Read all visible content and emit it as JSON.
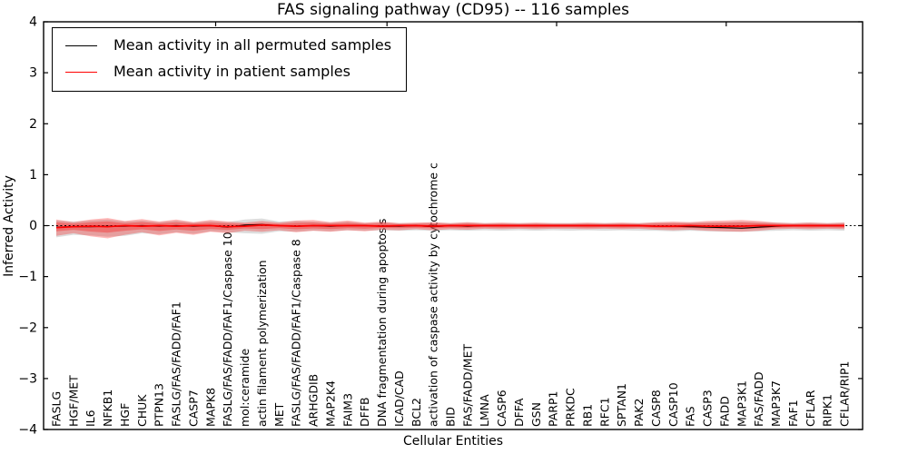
{
  "figure": {
    "title": "FAS signaling pathway (CD95) -- 116 samples",
    "xlabel": "Cellular Entities",
    "ylabel": "Inferred Activity"
  },
  "chart_data": {
    "type": "line",
    "title": "FAS signaling pathway (CD95) -- 116 samples",
    "xlabel": "Cellular Entities",
    "ylabel": "Inferred Activity",
    "ylim": [
      -4,
      4
    ],
    "yticks": [
      4,
      3,
      2,
      1,
      0,
      -1,
      -2,
      -3,
      -4
    ],
    "grid": false,
    "legend_position": "upper left",
    "zero_line": 0,
    "xticks_top_at": [
      9.3,
      19.3,
      29.2,
      39.1
    ],
    "categories": [
      "FASLG",
      "HGF/MET",
      "IL6",
      "NFKB1",
      "HGF",
      "CHUK",
      "PTPN13",
      "FASLG/FAS/FADD/FAF1",
      "CASP7",
      "MAPK8",
      "FASLG/FAS/FADD/FAF1/Caspase 10",
      "mol:ceramide",
      "actin filament polymerization",
      "MET",
      "FASLG/FAS/FADD/FAF1/Caspase 8",
      "ARHGDIB",
      "MAP2K4",
      "FAIM3",
      "DFFB",
      "DNA fragmentation during apoptosis",
      "ICAD/CAD",
      "BCL2",
      "activation of caspase activity by cytochrome c",
      "BID",
      "FAS/FADD/MET",
      "LMNA",
      "CASP6",
      "DFFA",
      "GSN",
      "PARP1",
      "PRKDC",
      "RB1",
      "RFC1",
      "SPTAN1",
      "PAK2",
      "CASP8",
      "CASP10",
      "FAS",
      "CASP3",
      "FADD",
      "MAP3K1",
      "FAS/FADD",
      "MAP3K7",
      "FAF1",
      "CFLAR",
      "RIPK1",
      "CFLAR/RIP1"
    ],
    "series": [
      {
        "name": "Mean activity in all permuted samples",
        "color": "#000000",
        "values": [
          -0.03,
          -0.02,
          -0.02,
          -0.01,
          -0.01,
          0,
          -0.01,
          0,
          -0.01,
          0,
          -0.03,
          0.01,
          0.02,
          0,
          -0.01,
          0,
          -0.01,
          0,
          0,
          -0.01,
          -0.01,
          0,
          -0.02,
          0,
          -0.01,
          0,
          0,
          0,
          0,
          0,
          0,
          0,
          0,
          0,
          0,
          -0.01,
          -0.01,
          -0.02,
          -0.03,
          -0.04,
          -0.05,
          -0.03,
          -0.01,
          0,
          0,
          0,
          0
        ]
      },
      {
        "name": "Mean activity in patient samples",
        "color": "#ff0000",
        "values": [
          -0.04,
          -0.02,
          -0.01,
          -0.02,
          0,
          -0.01,
          0,
          -0.01,
          0,
          0,
          -0.02,
          -0.01,
          0.01,
          0,
          -0.01,
          0,
          0,
          0,
          0,
          -0.01,
          0,
          0,
          -0.01,
          0,
          0,
          0,
          0,
          0,
          0,
          0,
          0,
          0,
          0,
          0,
          0,
          -0.01,
          -0.01,
          0,
          -0.01,
          -0.01,
          -0.01,
          0,
          0,
          0,
          0,
          0,
          0
        ]
      }
    ],
    "bands": [
      {
        "name": "permuted samples range",
        "color": "#b3b3b3",
        "opacity": 0.45,
        "upper": [
          0.1,
          0.08,
          0.1,
          0.12,
          0.08,
          0.1,
          0.07,
          0.1,
          0.06,
          0.09,
          0.07,
          0.12,
          0.14,
          0.08,
          0.09,
          0.08,
          0.06,
          0.08,
          0.05,
          0.07,
          0.05,
          0.05,
          0.06,
          0.05,
          0.06,
          0.05,
          0.05,
          0.05,
          0.05,
          0.05,
          0.05,
          0.05,
          0.05,
          0.05,
          0.05,
          0.06,
          0.06,
          0.06,
          0.07,
          0.07,
          0.08,
          0.07,
          0.06,
          0.05,
          0.06,
          0.05,
          0.06
        ],
        "lower": [
          -0.23,
          -0.18,
          -0.19,
          -0.22,
          -0.2,
          -0.15,
          -0.17,
          -0.13,
          -0.16,
          -0.11,
          -0.13,
          -0.15,
          -0.16,
          -0.11,
          -0.12,
          -0.1,
          -0.11,
          -0.09,
          -0.1,
          -0.09,
          -0.1,
          -0.09,
          -0.1,
          -0.09,
          -0.1,
          -0.09,
          -0.1,
          -0.09,
          -0.1,
          -0.09,
          -0.1,
          -0.09,
          -0.1,
          -0.09,
          -0.1,
          -0.1,
          -0.11,
          -0.1,
          -0.11,
          -0.12,
          -0.12,
          -0.11,
          -0.1,
          -0.09,
          -0.1,
          -0.09,
          -0.1
        ]
      },
      {
        "name": "patient samples range",
        "color": "#ff0000",
        "opacity": 0.28,
        "upper": [
          0.12,
          0.07,
          0.12,
          0.15,
          0.09,
          0.13,
          0.08,
          0.12,
          0.07,
          0.11,
          0.08,
          0.06,
          0.09,
          0.06,
          0.1,
          0.11,
          0.07,
          0.1,
          0.06,
          0.08,
          0.05,
          0.06,
          0.07,
          0.05,
          0.07,
          0.05,
          0.06,
          0.05,
          0.06,
          0.05,
          0.05,
          0.06,
          0.05,
          0.06,
          0.05,
          0.07,
          0.08,
          0.07,
          0.09,
          0.1,
          0.11,
          0.09,
          0.06,
          0.05,
          0.06,
          0.05,
          0.06
        ],
        "lower": [
          -0.2,
          -0.15,
          -0.21,
          -0.25,
          -0.18,
          -0.13,
          -0.19,
          -0.14,
          -0.18,
          -0.12,
          -0.15,
          -0.1,
          -0.12,
          -0.09,
          -0.13,
          -0.1,
          -0.12,
          -0.09,
          -0.11,
          -0.08,
          -0.09,
          -0.07,
          -0.09,
          -0.07,
          -0.08,
          -0.06,
          -0.07,
          -0.06,
          -0.07,
          -0.06,
          -0.06,
          -0.07,
          -0.06,
          -0.07,
          -0.06,
          -0.08,
          -0.09,
          -0.08,
          -0.1,
          -0.11,
          -0.12,
          -0.1,
          -0.07,
          -0.06,
          -0.07,
          -0.06,
          -0.07
        ]
      }
    ]
  }
}
